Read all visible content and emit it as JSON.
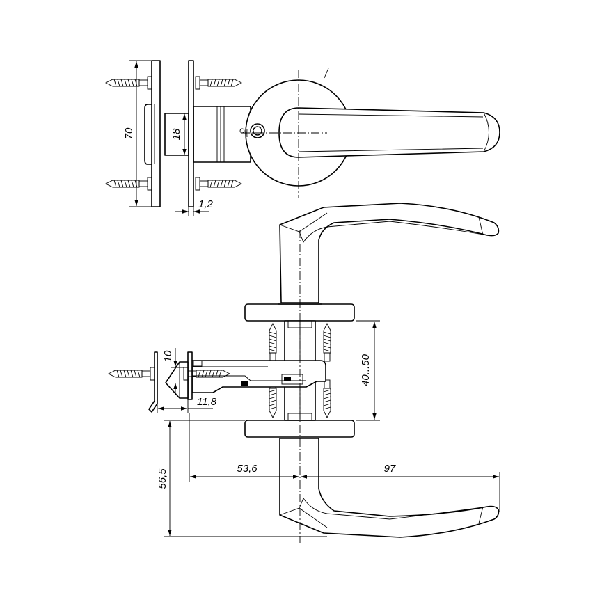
{
  "dimensions": {
    "strike_height": "70",
    "latch_height": "18",
    "faceplate_thickness": "1,2",
    "latch_offset": "10",
    "faceplate_offset": "11,8",
    "door_thickness": "40...50",
    "backset": "56,5",
    "rose_offset": "53,6",
    "lever_length": "97"
  }
}
